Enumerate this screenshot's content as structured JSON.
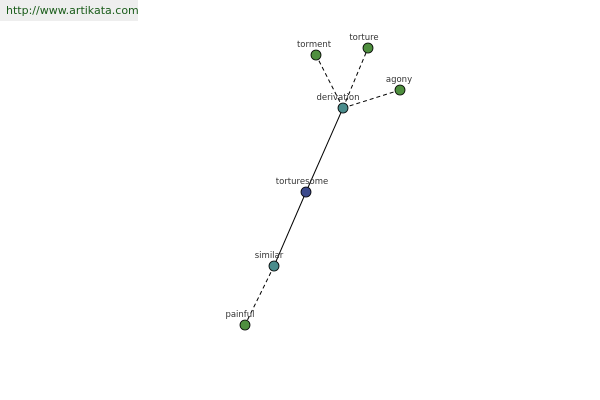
{
  "banner": {
    "url": "http://www.artikata.com"
  },
  "graph": {
    "node_colors": {
      "root": "#3c4a8c",
      "relation": "#4a8c8c",
      "leaf": "#4f8f3f"
    },
    "nodes": [
      {
        "id": "torturesome",
        "label": "torturesome",
        "kind": "root"
      },
      {
        "id": "derivation",
        "label": "derivation",
        "kind": "relation"
      },
      {
        "id": "similar",
        "label": "similar",
        "kind": "relation"
      },
      {
        "id": "torment",
        "label": "torment",
        "kind": "leaf"
      },
      {
        "id": "torture",
        "label": "torture",
        "kind": "leaf"
      },
      {
        "id": "agony",
        "label": "agony",
        "kind": "leaf"
      },
      {
        "id": "painful",
        "label": "painful",
        "kind": "leaf"
      }
    ],
    "edges": [
      {
        "from": "torturesome",
        "to": "derivation",
        "style": "solid"
      },
      {
        "from": "torturesome",
        "to": "similar",
        "style": "solid"
      },
      {
        "from": "derivation",
        "to": "torment",
        "style": "dashed"
      },
      {
        "from": "derivation",
        "to": "torture",
        "style": "dashed"
      },
      {
        "from": "derivation",
        "to": "agony",
        "style": "dashed"
      },
      {
        "from": "similar",
        "to": "painful",
        "style": "dashed"
      }
    ]
  }
}
